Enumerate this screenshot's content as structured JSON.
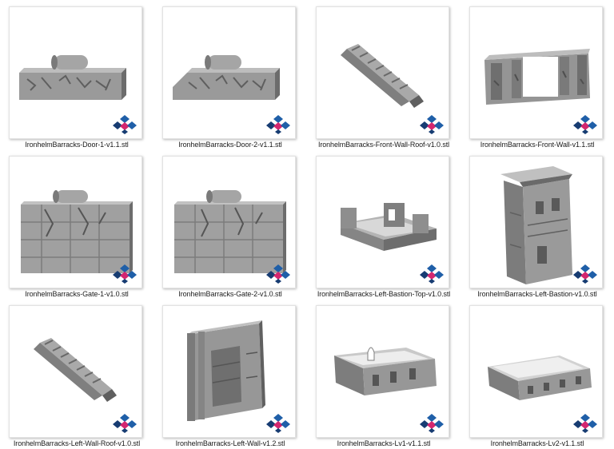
{
  "colors": {
    "model_light": "#a9a9a9",
    "model_mid": "#8c8c8c",
    "model_dark": "#5f5f5f",
    "badge_blue": "#1f5fa8",
    "badge_magenta": "#d4266f",
    "badge_navy": "#173c72"
  },
  "files": [
    {
      "name": "IronhelmBarracks-Door-1-v1.1.stl",
      "model": "door-1",
      "icon": "stl-app-icon"
    },
    {
      "name": "IronhelmBarracks-Door-2-v1.1.stl",
      "model": "door-2",
      "icon": "stl-app-icon"
    },
    {
      "name": "IronhelmBarracks-Front-Wall-Roof-v1.0.stl",
      "model": "roof",
      "icon": "stl-app-icon"
    },
    {
      "name": "IronhelmBarracks-Front-Wall-v1.1.stl",
      "model": "front-wall",
      "icon": "stl-app-icon"
    },
    {
      "name": "IronhelmBarracks-Gate-1-v1.0.stl",
      "model": "gate",
      "icon": "stl-app-icon"
    },
    {
      "name": "IronhelmBarracks-Gate-2-v1.0.stl",
      "model": "gate",
      "icon": "stl-app-icon"
    },
    {
      "name": "IronhelmBarracks-Left-Bastion-Top-v1.0.stl",
      "model": "bastion-top",
      "icon": "stl-app-icon"
    },
    {
      "name": "IronhelmBarracks-Left-Bastion-v1.0.stl",
      "model": "bastion",
      "icon": "stl-app-icon"
    },
    {
      "name": "IronhelmBarracks-Left-Wall-Roof-v1.0.stl",
      "model": "roof",
      "icon": "stl-app-icon"
    },
    {
      "name": "IronhelmBarracks-Left-Wall-v1.2.stl",
      "model": "left-wall",
      "icon": "stl-app-icon"
    },
    {
      "name": "IronhelmBarracks-Lv1-v1.1.stl",
      "model": "lv1",
      "icon": "stl-app-icon"
    },
    {
      "name": "IronhelmBarracks-Lv2-v1.1.stl",
      "model": "lv2",
      "icon": "stl-app-icon"
    }
  ]
}
